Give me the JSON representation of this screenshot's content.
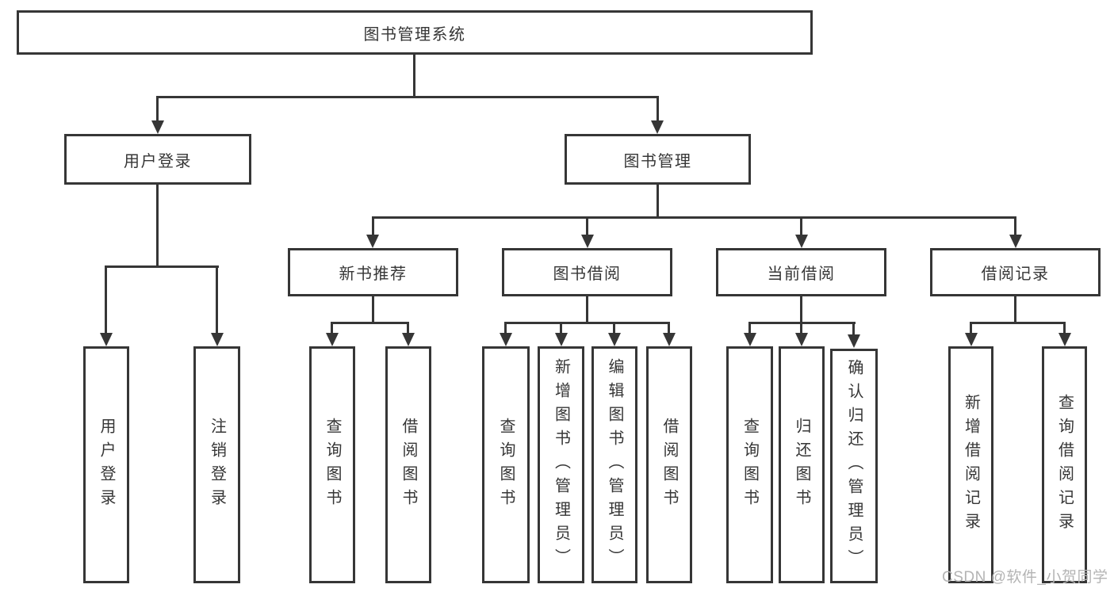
{
  "tree": {
    "label": "图书管理系统",
    "children": [
      {
        "label": "用户登录",
        "children": [
          {
            "label": "用户登录"
          },
          {
            "label": "注销登录"
          }
        ]
      },
      {
        "label": "图书管理",
        "children": [
          {
            "label": "新书推荐",
            "children": [
              {
                "label": "查询图书"
              },
              {
                "label": "借阅图书"
              }
            ]
          },
          {
            "label": "图书借阅",
            "children": [
              {
                "label": "查询图书"
              },
              {
                "label": "新增图书（管理员）"
              },
              {
                "label": "编辑图书（管理员）"
              },
              {
                "label": "借阅图书"
              }
            ]
          },
          {
            "label": "当前借阅",
            "children": [
              {
                "label": "查询图书"
              },
              {
                "label": "归还图书"
              },
              {
                "label": "确认归还（管理员）"
              }
            ]
          },
          {
            "label": "借阅记录",
            "children": [
              {
                "label": "新增借阅记录"
              },
              {
                "label": "查询借阅记录"
              }
            ]
          }
        ]
      }
    ]
  },
  "watermark": "CSDN @软件_小贺同学",
  "colors": {
    "line": "#363636",
    "text": "#363636",
    "box_fill": "#ffffff",
    "watermark": "#b4b4b4"
  }
}
